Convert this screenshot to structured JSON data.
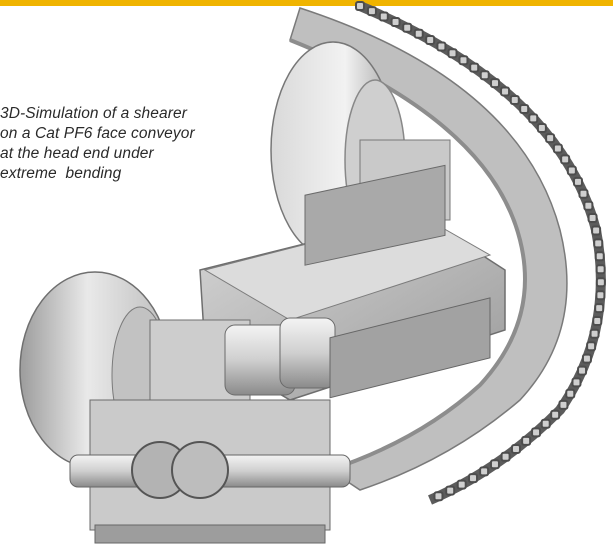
{
  "caption": {
    "lines": [
      "3D-Simulation of a shearer",
      "on a Cat PF6 face conveyor",
      "at the head end under",
      "extreme  bending"
    ]
  },
  "colors": {
    "accent_bar": "#f0b400",
    "background": "#ffffff",
    "metal_light": "#e4e4e4",
    "metal_mid": "#b9b9b9",
    "metal_dark": "#6e6e6e"
  },
  "icons": {
    "image": "shearer-conveyor-render"
  }
}
